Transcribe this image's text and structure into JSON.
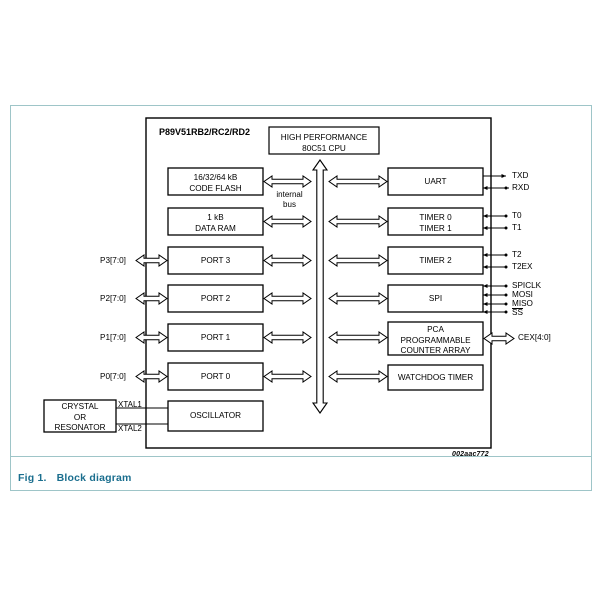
{
  "figure": {
    "caption_number": "Fig 1.",
    "caption_title": "Block diagram",
    "doc_id": "002aac772",
    "frame_color": "#9ec5c8",
    "caption_color": "#1a6e8e"
  },
  "chip": {
    "name": "P89V51RB2/RC2/RD2"
  },
  "cpu": {
    "line1": "HIGH PERFORMANCE",
    "line2": "80C51 CPU"
  },
  "bus": {
    "line1": "internal",
    "line2": "bus"
  },
  "memory_blocks": [
    {
      "line1": "16/32/64 kB",
      "line2": "CODE FLASH"
    },
    {
      "line1": "1 kB",
      "line2": "DATA RAM"
    }
  ],
  "port_blocks": [
    {
      "label": "PORT 3",
      "pin": "P3[7:0]"
    },
    {
      "label": "PORT 2",
      "pin": "P2[7:0]"
    },
    {
      "label": "PORT 1",
      "pin": "P1[7:0]"
    },
    {
      "label": "PORT 0",
      "pin": "P0[7:0]"
    }
  ],
  "oscillator": {
    "label": "OSCILLATOR",
    "xtal1": "XTAL1",
    "xtal2": "XTAL2"
  },
  "crystal": {
    "line1": "CRYSTAL",
    "line2": "OR",
    "line3": "RESONATOR"
  },
  "peripheral_blocks": [
    {
      "line1": "UART",
      "line2": ""
    },
    {
      "line1": "TIMER 0",
      "line2": "TIMER 1"
    },
    {
      "line1": "TIMER 2",
      "line2": ""
    },
    {
      "line1": "SPI",
      "line2": ""
    },
    {
      "line1": "PCA",
      "line2": "PROGRAMMABLE",
      "line3": "COUNTER ARRAY"
    },
    {
      "line1": "WATCHDOG TIMER",
      "line2": ""
    }
  ],
  "signals": [
    {
      "name": "TXD",
      "overline": false
    },
    {
      "name": "RXD",
      "overline": false
    },
    {
      "name": "T0",
      "overline": false
    },
    {
      "name": "T1",
      "overline": false
    },
    {
      "name": "T2",
      "overline": false
    },
    {
      "name": "T2EX",
      "overline": false
    },
    {
      "name": "SPICLK",
      "overline": false
    },
    {
      "name": "MOSI",
      "overline": false
    },
    {
      "name": "MISO",
      "overline": false
    },
    {
      "name": "SS",
      "overline": true
    },
    {
      "name": "CEX[4:0]",
      "overline": false
    }
  ]
}
